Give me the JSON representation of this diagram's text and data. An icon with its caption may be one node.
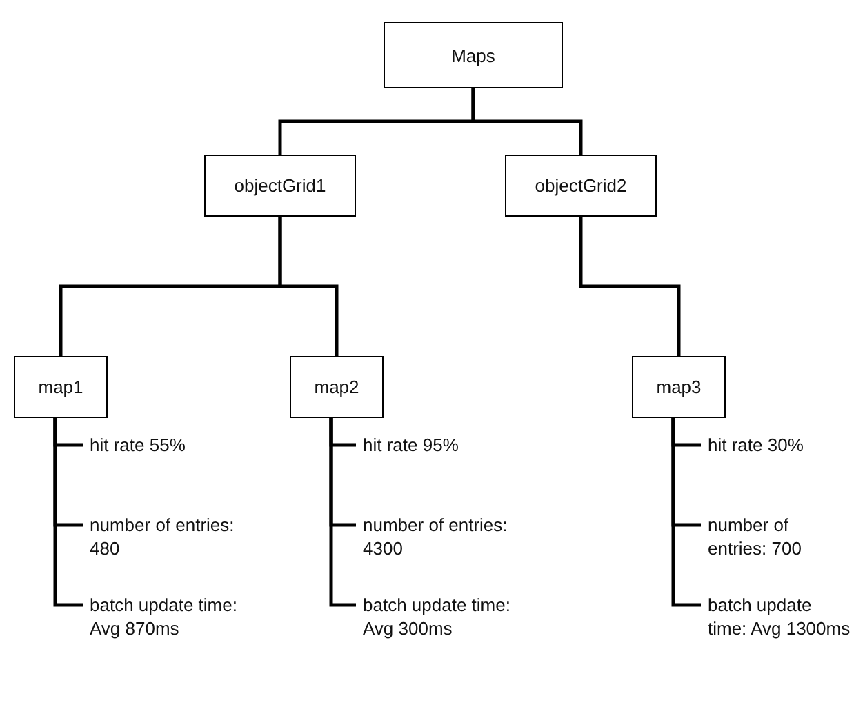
{
  "diagram": {
    "nodes": [
      {
        "text": [
          "Maps"
        ]
      },
      {
        "text": [
          "objectGrid1"
        ]
      },
      {
        "text": [
          "objectGrid2"
        ]
      },
      {
        "text": [
          "map1"
        ]
      },
      {
        "text": [
          "map2"
        ]
      },
      {
        "text": [
          "map3"
        ]
      },
      {
        "text": [
          "hit rate 55%"
        ]
      },
      {
        "text": [
          "number of entries: 480"
        ]
      },
      {
        "text": [
          "batch update time: Avg 870ms"
        ]
      },
      {
        "text": [
          "hit rate 95%"
        ]
      },
      {
        "text": [
          "number of entries: 4300"
        ]
      },
      {
        "text": [
          "batch update time: Avg 300ms"
        ]
      },
      {
        "text": [
          "hit rate 30%"
        ]
      },
      {
        "text": [
          "number of entries: 700"
        ]
      },
      {
        "text": [
          "batch update time: Avg 1300ms"
        ]
      }
    ],
    "edges": [
      {
        "from": 0,
        "to": 1,
        "arrow": "none"
      },
      {
        "from": 0,
        "to": 2,
        "arrow": "none"
      },
      {
        "from": 1,
        "to": 3,
        "arrow": "none"
      },
      {
        "from": 1,
        "to": 4,
        "arrow": "none"
      },
      {
        "from": 2,
        "to": 5,
        "arrow": "none"
      },
      {
        "from": 3,
        "to": 6,
        "arrow": "none"
      },
      {
        "from": 3,
        "to": 7,
        "arrow": "none"
      },
      {
        "from": 3,
        "to": 8,
        "arrow": "none"
      },
      {
        "from": 4,
        "to": 9,
        "arrow": "none"
      },
      {
        "from": 4,
        "to": 10,
        "arrow": "none"
      },
      {
        "from": 4,
        "to": 11,
        "arrow": "none"
      },
      {
        "from": 5,
        "to": 12,
        "arrow": "none"
      },
      {
        "from": 5,
        "to": 13,
        "arrow": "none"
      },
      {
        "from": 5,
        "to": 14,
        "arrow": "none"
      }
    ]
  }
}
